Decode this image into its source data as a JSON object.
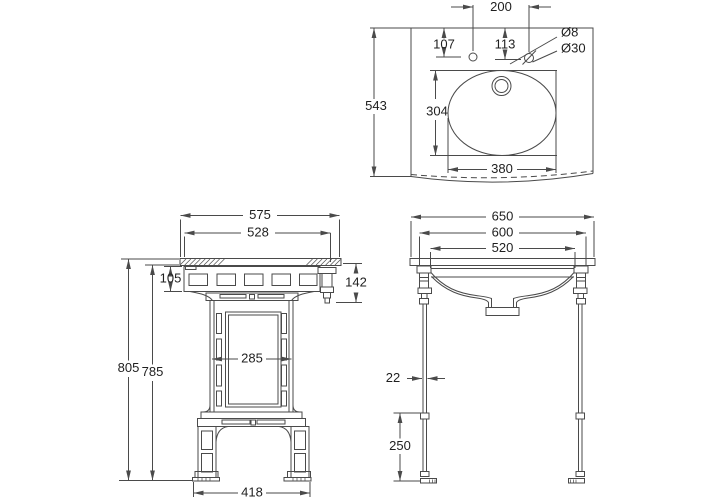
{
  "colors": {
    "background": "#ffffff",
    "line": "#4a4a4a",
    "text": "#1f1f1f"
  },
  "views": {
    "top": {
      "hole_spacing": "200",
      "left_hole_offset": "107",
      "right_hole_offset": "113",
      "fixing_hole_dia": "Ø8",
      "tap_hole_dia": "Ø30",
      "overall_depth": "543",
      "bowl_depth": "304",
      "bowl_width": "380"
    },
    "pedestal": {
      "top_width": "575",
      "inner_width": "528",
      "apron_height": "105",
      "drop_height": "142",
      "overall_height": "805",
      "under_top_height": "785",
      "column_width": "285",
      "base_width": "418"
    },
    "washstand": {
      "top_width": "650",
      "frame_width": "600",
      "inner_width": "520",
      "tube_dia": "22",
      "lower_height": "250"
    }
  }
}
